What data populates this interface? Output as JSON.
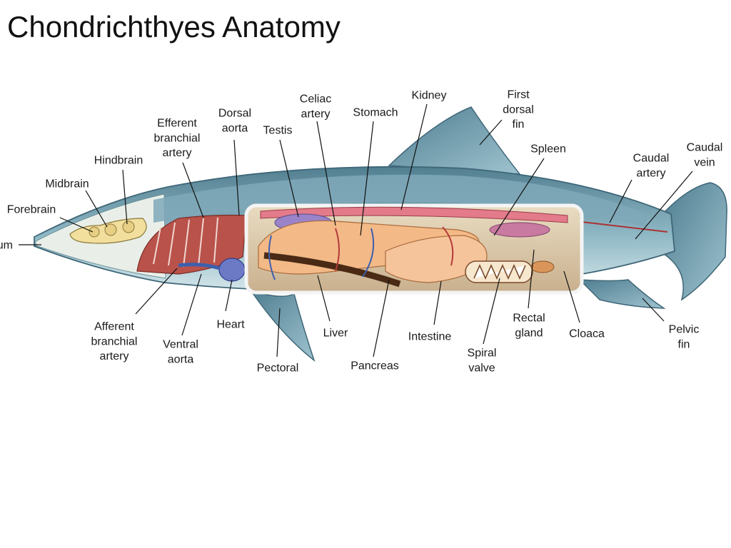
{
  "page": {
    "title": "Chondrichthyes Anatomy"
  },
  "colors": {
    "skin_dark": "#5f8fa0",
    "skin_light": "#a9ccd6",
    "belly": "#f2e8c8",
    "gill": "#b9524a",
    "liver": "#f3b987",
    "organ_purple": "#9a83c8",
    "kidney": "#e37b8a",
    "vessel_blue": "#3d5fae",
    "vessel_red": "#b33a3a"
  },
  "labels": {
    "rostrum": [
      "um"
    ],
    "forebrain": [
      "Forebrain"
    ],
    "midbrain": [
      "Midbrain"
    ],
    "hindbrain": [
      "Hindbrain"
    ],
    "efferent_branchial_artery": [
      "Efferent",
      "branchial",
      "artery"
    ],
    "dorsal_aorta": [
      "Dorsal",
      "aorta"
    ],
    "testis": [
      "Testis"
    ],
    "celiac_artery": [
      "Celiac",
      "artery"
    ],
    "stomach": [
      "Stomach"
    ],
    "kidney": [
      "Kidney"
    ],
    "first_dorsal_fin": [
      "First",
      "dorsal",
      "fin"
    ],
    "spleen": [
      "Spleen"
    ],
    "caudal_artery": [
      "Caudal",
      "artery"
    ],
    "caudal_vein": [
      "Caudal",
      "vein"
    ],
    "afferent_branchial_artery": [
      "Afferent",
      "branchial",
      "artery"
    ],
    "ventral_aorta": [
      "Ventral",
      "aorta"
    ],
    "heart": [
      "Heart"
    ],
    "pectoral": [
      "Pectoral"
    ],
    "liver": [
      "Liver"
    ],
    "pancreas": [
      "Pancreas"
    ],
    "intestine": [
      "Intestine"
    ],
    "spiral_valve": [
      "Spiral",
      "valve"
    ],
    "rectal_gland": [
      "Rectal",
      "gland"
    ],
    "cloaca": [
      "Cloaca"
    ],
    "pelvic_fin": [
      "Pelvic",
      "fin"
    ]
  }
}
